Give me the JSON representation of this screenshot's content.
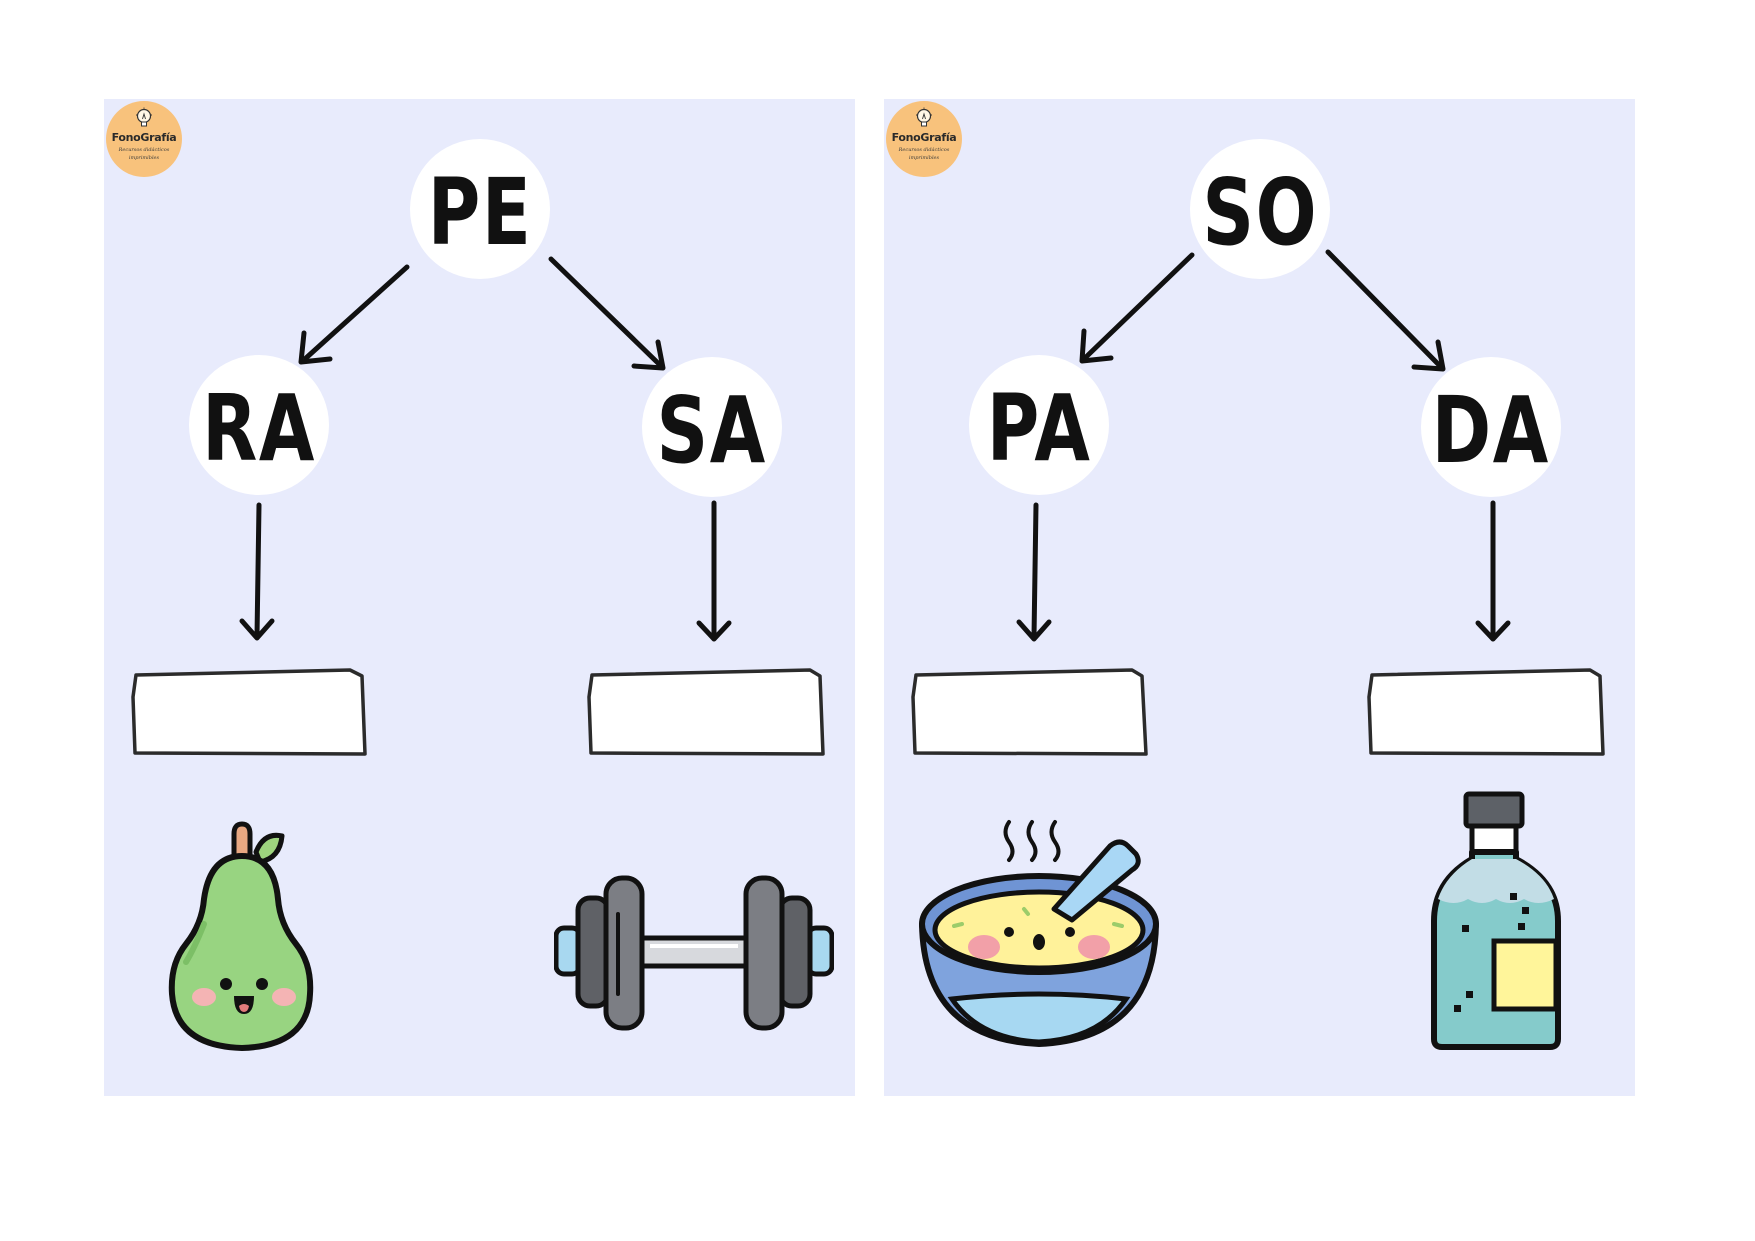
{
  "logo": {
    "name": "FonoGrafía",
    "tagline": "Recursos didácticos imprimibles"
  },
  "cards": [
    {
      "top_syllable": "PE",
      "branches": [
        {
          "syllable": "RA",
          "answer_value": "",
          "picture_icon": "pear-icon"
        },
        {
          "syllable": "SA",
          "answer_value": "",
          "picture_icon": "dumbbell-icon"
        }
      ]
    },
    {
      "top_syllable": "SO",
      "branches": [
        {
          "syllable": "PA",
          "answer_value": "",
          "picture_icon": "soup-bowl-icon"
        },
        {
          "syllable": "DA",
          "answer_value": "",
          "picture_icon": "soda-bottle-icon"
        }
      ]
    }
  ],
  "colors": {
    "card_background": "#e8ebfc",
    "bubble": "#ffffff",
    "logo_background": "#f8c27c",
    "ink": "#111111"
  }
}
